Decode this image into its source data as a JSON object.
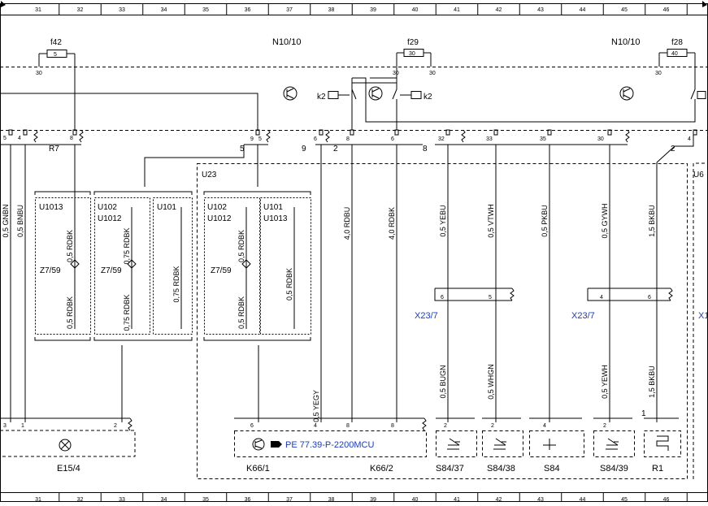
{
  "grid": {
    "columns": [
      "31",
      "32",
      "33",
      "34",
      "35",
      "36",
      "37",
      "38",
      "39",
      "40",
      "41",
      "42",
      "43",
      "44",
      "45",
      "46"
    ]
  },
  "fuse_panels": {
    "left_label": "N10/10",
    "right_label": "N10/10",
    "fuses": [
      {
        "id": "f42",
        "rating": "5",
        "terminal": "30"
      },
      {
        "id": "f29",
        "rating": "30",
        "terminal_left": "30",
        "terminal_right": "30"
      },
      {
        "id": "f28",
        "rating": "40",
        "terminal": "30"
      }
    ],
    "relays": [
      "k2",
      "k2"
    ]
  },
  "connector_pins": {
    "top_left": [
      "5",
      "4"
    ],
    "r7": {
      "label": "R7",
      "pin": "8"
    },
    "mid": [
      "9",
      "5",
      "6",
      "8"
    ],
    "right": [
      "32",
      "33",
      "35",
      "30",
      "2",
      "4"
    ],
    "right_group": "U6"
  },
  "wire_pos_labels": {
    "w5": "5",
    "w9": "9",
    "w2a": "2",
    "w8": "8",
    "w2b": "2"
  },
  "wires": [
    {
      "id": "gnbn",
      "label": "0,5 GNBN"
    },
    {
      "id": "bnbu",
      "label": "0,5 BNBU"
    },
    {
      "id": "rdbk1",
      "label": "0,5 RDBK"
    },
    {
      "id": "rdbk2",
      "label": "0,5 RDBK"
    },
    {
      "id": "rdbk3",
      "label": "0,75 RDBK"
    },
    {
      "id": "rdbk4",
      "label": "0,75 RDBK"
    },
    {
      "id": "rdbk5",
      "label": "0,75 RDBK"
    },
    {
      "id": "rdbk6",
      "label": "0,5 RDBK"
    },
    {
      "id": "rdbk7",
      "label": "0,5 RDBK"
    },
    {
      "id": "rdbk8",
      "label": "0,5 RDBK"
    },
    {
      "id": "yegy",
      "label": "0,5 YEGY"
    },
    {
      "id": "rdbu",
      "label": "4,0 RDBU"
    },
    {
      "id": "rdbk9",
      "label": "4,0 RDBK"
    },
    {
      "id": "yebu",
      "label": "0,5 YEBU"
    },
    {
      "id": "vtwh",
      "label": "0,5 VTWH"
    },
    {
      "id": "pkbu",
      "label": "0,5 PKBU"
    },
    {
      "id": "gywh",
      "label": "0,5 GYWH"
    },
    {
      "id": "bkbu",
      "label": "1,5 BKBU"
    },
    {
      "id": "bugn",
      "label": "0,5 BUGN"
    },
    {
      "id": "whgn",
      "label": "0,5 WHGN"
    },
    {
      "id": "yewh",
      "label": "0,5 YEWH"
    },
    {
      "id": "bkbu2",
      "label": "1,5 BKBU"
    }
  ],
  "variants": {
    "g1": [
      "U1013"
    ],
    "g2": [
      "U102",
      "U1012"
    ],
    "g3": [
      "U101"
    ],
    "g4": [
      "U102",
      "U1012"
    ],
    "g5": [
      "U101",
      "U1013"
    ],
    "splice": "Z7/59",
    "u23": "U23"
  },
  "connectors_x23": [
    "X23/7",
    "X23/7",
    "X1"
  ],
  "x23_pins": [
    "6",
    "5",
    "4",
    "6"
  ],
  "bottom_pins": [
    "3",
    "1",
    "2",
    "6",
    "4",
    "8",
    "8",
    "2",
    "2",
    "4",
    "2",
    "1"
  ],
  "components": [
    {
      "id": "e15",
      "label": "E15/4"
    },
    {
      "id": "k661",
      "label": "K66/1"
    },
    {
      "id": "k662",
      "label": "K66/2"
    },
    {
      "id": "s8437",
      "label": "S84/37"
    },
    {
      "id": "s8438",
      "label": "S84/38"
    },
    {
      "id": "s84",
      "label": "S84"
    },
    {
      "id": "s8439",
      "label": "S84/39"
    },
    {
      "id": "r1",
      "label": "R1"
    }
  ],
  "reference_link": "PE 77.39-P-2200MCU",
  "colors": {
    "link": "#1a3ccc",
    "line": "#000000",
    "background": "#ffffff"
  }
}
